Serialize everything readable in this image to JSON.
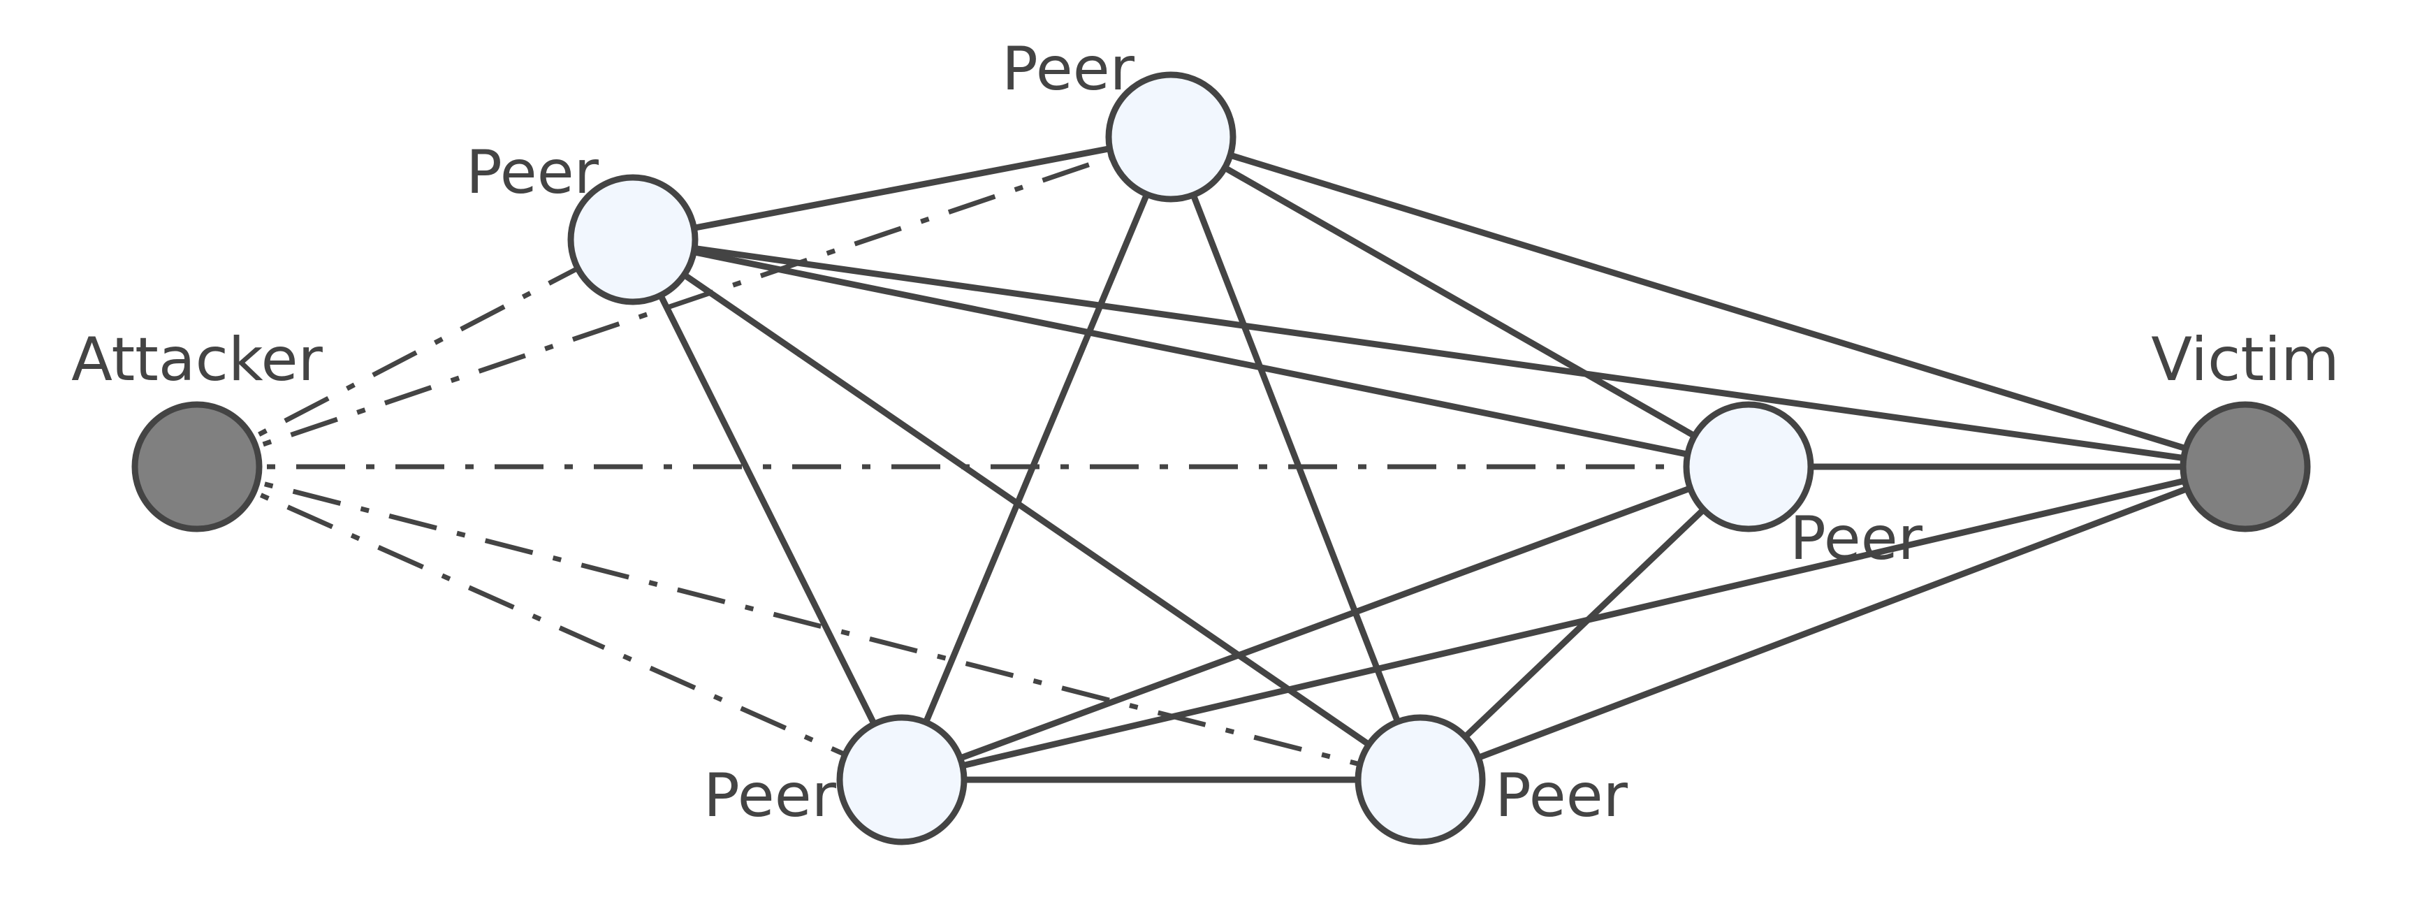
{
  "colors": {
    "line": "#444444",
    "peer_fill": "#f2f7fe",
    "endpoint_fill": "#808080",
    "node_stroke": "#444444",
    "label": "#444444"
  },
  "nodes": {
    "attacker": {
      "label": "Attacker",
      "role": "endpoint"
    },
    "victim": {
      "label": "Victim",
      "role": "endpoint"
    },
    "peer_a": {
      "label": "Peer",
      "role": "peer"
    },
    "peer_b": {
      "label": "Peer",
      "role": "peer"
    },
    "peer_c": {
      "label": "Peer",
      "role": "peer"
    },
    "peer_d": {
      "label": "Peer",
      "role": "peer"
    },
    "peer_e": {
      "label": "Peer",
      "role": "peer"
    }
  },
  "edges": [
    {
      "from": "attacker",
      "to": "peer_a",
      "style": "dash-dot"
    },
    {
      "from": "attacker",
      "to": "peer_b",
      "style": "dash-dot"
    },
    {
      "from": "attacker",
      "to": "peer_c",
      "style": "dash-dot"
    },
    {
      "from": "attacker",
      "to": "peer_d",
      "style": "dash-dot"
    },
    {
      "from": "attacker",
      "to": "peer_e",
      "style": "dash-dot"
    },
    {
      "from": "peer_a",
      "to": "peer_b",
      "style": "solid"
    },
    {
      "from": "peer_a",
      "to": "peer_c",
      "style": "solid"
    },
    {
      "from": "peer_a",
      "to": "peer_d",
      "style": "solid"
    },
    {
      "from": "peer_a",
      "to": "peer_e",
      "style": "solid"
    },
    {
      "from": "peer_a",
      "to": "victim",
      "style": "solid"
    },
    {
      "from": "peer_b",
      "to": "peer_c",
      "style": "solid"
    },
    {
      "from": "peer_b",
      "to": "peer_d",
      "style": "solid"
    },
    {
      "from": "peer_b",
      "to": "peer_e",
      "style": "solid"
    },
    {
      "from": "peer_b",
      "to": "victim",
      "style": "solid"
    },
    {
      "from": "peer_c",
      "to": "peer_d",
      "style": "solid"
    },
    {
      "from": "peer_c",
      "to": "peer_e",
      "style": "solid"
    },
    {
      "from": "peer_c",
      "to": "victim",
      "style": "solid"
    },
    {
      "from": "peer_d",
      "to": "peer_e",
      "style": "solid"
    },
    {
      "from": "peer_d",
      "to": "victim",
      "style": "solid"
    },
    {
      "from": "peer_e",
      "to": "victim",
      "style": "solid"
    }
  ]
}
